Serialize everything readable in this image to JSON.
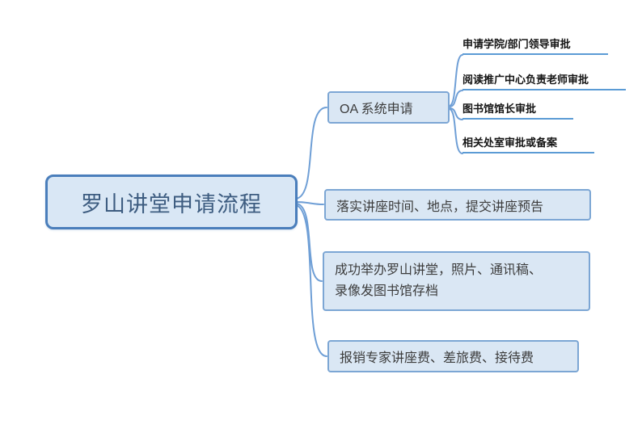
{
  "root": {
    "label": "罗山讲堂申请流程"
  },
  "branches": [
    {
      "label": "OA 系统申请",
      "children": [
        {
          "label": "申请学院/部门领导审批"
        },
        {
          "label": "阅读推广中心负责老师审批"
        },
        {
          "label": "图书馆馆长审批"
        },
        {
          "label": "相关处室审批或备案"
        }
      ]
    },
    {
      "label": "落实讲座时间、地点，提交讲座预告"
    },
    {
      "label": "成功举办罗山讲堂，照片、通讯稿、\n录像发图书馆存档"
    },
    {
      "label": "报销专家讲座费、差旅费、接待费"
    }
  ],
  "colors": {
    "root_border": "#4A7EBB",
    "node_fill": "#DAE7F4",
    "branch_border": "#7CA6D4",
    "connector": "#6F9FD6",
    "root_text": "#3D5C80",
    "branch_text": "#3C3C3C",
    "subtopic_line": "#5B9BD5",
    "subtopic_text": "#141414",
    "background": "#FFFFFF"
  }
}
